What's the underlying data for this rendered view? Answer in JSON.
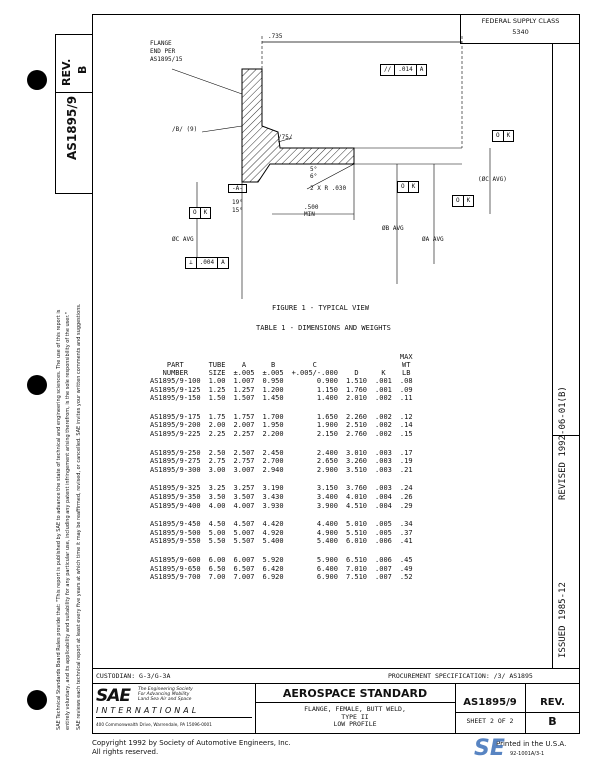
{
  "supply_class": {
    "label": "FEDERAL SUPPLY CLASS",
    "value": "5340"
  },
  "spine": {
    "doc_number": "AS1895/9",
    "rev_label": "REV.",
    "rev_letter": "B",
    "disclaimer": [
      "SAE Technical Standards Board Rules provide that: \"This report is published by SAE to advance the state of technical and engineering sciences. The use of this report is",
      "entirely voluntary, and its applicability and suitability for any particular use, including any patent infringement arising therefrom, is the sole responsibility of the user.\"",
      "SAE reviews each technical report at least every five years at which time it may be reaffirmed, revised, or cancelled. SAE invites your written comments and suggestions."
    ]
  },
  "right_strip": {
    "revised": "REVISED   1992-06-01(B)",
    "issued": "ISSUED  1985-12"
  },
  "drawing": {
    "flange_note": [
      "FLANGE",
      "END PER",
      "AS1895/15"
    ],
    "dim_735": ".735",
    "fcf_top": [
      "//",
      ".014",
      "A"
    ],
    "label_b": "/B/ (9)",
    "label_75": "/75/",
    "fcf_k_right": [
      "O",
      "K"
    ],
    "dim_5deg": "5°",
    "dim_6deg": "6°",
    "dim_2xr": "2 X R .030",
    "datum_a": "-A-",
    "dim_19": "19°",
    "dim_15": "15°",
    "dim_500": ".500",
    "dim_min": "MIN",
    "fcf_k_mid1": [
      "O",
      "K"
    ],
    "fcf_k_mid2": [
      "O",
      "K"
    ],
    "fcf_k_left": [
      "O",
      "K"
    ],
    "dc_avg": "(ØC AVG)",
    "phi_c_avg": "ØC AVG",
    "phi_b_avg": "ØB AVG",
    "phi_a_avg": "ØA AVG",
    "fcf_bottom": [
      "⊥",
      ".004",
      "A"
    ]
  },
  "figure_title": "FIGURE 1 - TYPICAL VIEW",
  "table_title": "TABLE 1 - DIMENSIONS AND WEIGHTS",
  "table": {
    "headers": {
      "part": [
        "PART",
        "NUMBER"
      ],
      "tube": [
        "TUBE",
        "SIZE"
      ],
      "a": [
        "A",
        "±.005"
      ],
      "b": [
        "B",
        "±.005"
      ],
      "c": [
        "C",
        "+.005/-.000"
      ],
      "d": [
        "D"
      ],
      "k": [
        "K"
      ],
      "wt": [
        "MAX",
        "WT",
        "LB"
      ]
    },
    "groups": [
      [
        [
          "AS1895/9-100",
          "1.00",
          "1.007",
          "0.950",
          "0.900",
          "1.510",
          ".001",
          ".08"
        ],
        [
          "AS1895/9-125",
          "1.25",
          "1.257",
          "1.200",
          "1.150",
          "1.760",
          ".001",
          ".09"
        ],
        [
          "AS1895/9-150",
          "1.50",
          "1.507",
          "1.450",
          "1.400",
          "2.010",
          ".002",
          ".11"
        ]
      ],
      [
        [
          "AS1895/9-175",
          "1.75",
          "1.757",
          "1.700",
          "1.650",
          "2.260",
          ".002",
          ".12"
        ],
        [
          "AS1895/9-200",
          "2.00",
          "2.007",
          "1.950",
          "1.900",
          "2.510",
          ".002",
          ".14"
        ],
        [
          "AS1895/9-225",
          "2.25",
          "2.257",
          "2.200",
          "2.150",
          "2.760",
          ".002",
          ".15"
        ]
      ],
      [
        [
          "AS1895/9-250",
          "2.50",
          "2.507",
          "2.450",
          "2.400",
          "3.010",
          ".003",
          ".17"
        ],
        [
          "AS1895/9-275",
          "2.75",
          "2.757",
          "2.700",
          "2.650",
          "3.260",
          ".003",
          ".19"
        ],
        [
          "AS1895/9-300",
          "3.00",
          "3.007",
          "2.940",
          "2.900",
          "3.510",
          ".003",
          ".21"
        ]
      ],
      [
        [
          "AS1895/9-325",
          "3.25",
          "3.257",
          "3.190",
          "3.150",
          "3.760",
          ".003",
          ".24"
        ],
        [
          "AS1895/9-350",
          "3.50",
          "3.507",
          "3.430",
          "3.400",
          "4.010",
          ".004",
          ".26"
        ],
        [
          "AS1895/9-400",
          "4.00",
          "4.007",
          "3.930",
          "3.900",
          "4.510",
          ".004",
          ".29"
        ]
      ],
      [
        [
          "AS1895/9-450",
          "4.50",
          "4.507",
          "4.420",
          "4.400",
          "5.010",
          ".005",
          ".34"
        ],
        [
          "AS1895/9-500",
          "5.00",
          "5.007",
          "4.920",
          "4.900",
          "5.510",
          ".005",
          ".37"
        ],
        [
          "AS1895/9-550",
          "5.50",
          "5.507",
          "5.400",
          "5.400",
          "6.010",
          ".006",
          ".41"
        ]
      ],
      [
        [
          "AS1895/9-600",
          "6.00",
          "6.007",
          "5.920",
          "5.900",
          "6.510",
          ".006",
          ".45"
        ],
        [
          "AS1895/9-650",
          "6.50",
          "6.507",
          "6.420",
          "6.400",
          "7.010",
          ".007",
          ".49"
        ],
        [
          "AS1895/9-700",
          "7.00",
          "7.007",
          "6.920",
          "6.900",
          "7.510",
          ".007",
          ".52"
        ]
      ]
    ]
  },
  "footer": {
    "custodian": "CUSTODIAN:  G-3/G-3A",
    "procurement": "PROCUREMENT SPECIFICATION:  /3/  AS1895",
    "sae_logo": "SAE",
    "sae_tagline": [
      "The Engineering Society",
      "For Advancing Mobility",
      "Land Sea Air and Space"
    ],
    "international": "INTERNATIONAL",
    "address": "400 Commonwealth Drive, Warrendale, PA 15096-0001",
    "standard_title": "AEROSPACE STANDARD",
    "desc": [
      "FLANGE, FEMALE, BUTT WELD,",
      "TYPE II",
      "LOW PROFILE"
    ],
    "doc_number": "AS1895/9",
    "sheet": "SHEET 2 OF 2",
    "rev_label": "REV.",
    "rev_letter": "B"
  },
  "copyright": [
    "Copyright 1992   by Society of Automotive Engineers, Inc.",
    "All rights reserved."
  ],
  "printed": "Printed in the U.S.A.",
  "print_code": "92-1001A/3-1",
  "watermark": "SE"
}
